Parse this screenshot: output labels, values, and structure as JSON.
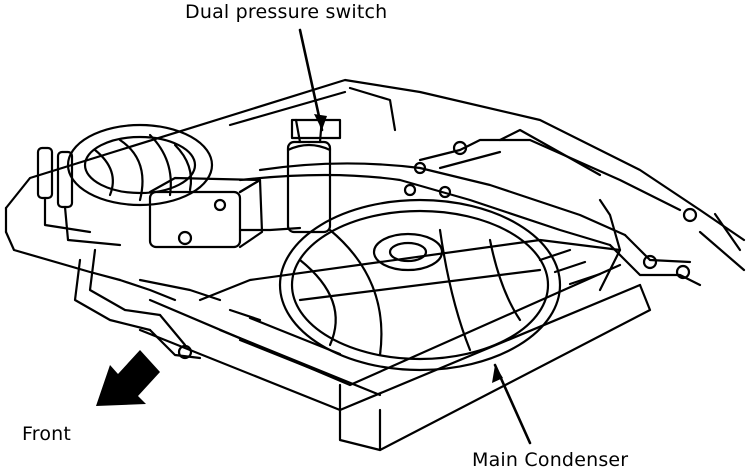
{
  "labels": {
    "dual_pressure_switch": "Dual pressure switch",
    "front": "Front",
    "main_condenser": "Main Condenser"
  },
  "colors": {
    "ink": "#000000",
    "background": "#ffffff"
  },
  "icons": {
    "front_direction": "arrow-down-left-icon"
  }
}
